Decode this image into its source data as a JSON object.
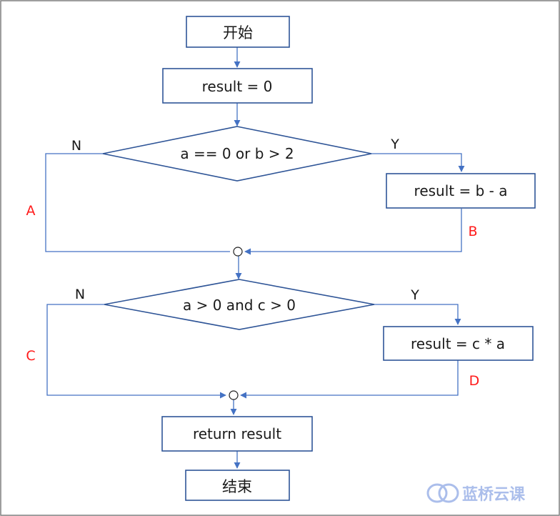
{
  "nodes": {
    "start": "开始",
    "init": "result = 0",
    "decision1": "a == 0 or b > 2",
    "assign1": "result = b - a",
    "decision2": "a > 0 and c > 0",
    "assign2": "result = c * a",
    "return": "return result",
    "end": "结束"
  },
  "branches": {
    "d1_no": "N",
    "d1_yes": "Y",
    "d2_no": "N",
    "d2_yes": "Y"
  },
  "paths": {
    "a": "A",
    "b": "B",
    "c": "C",
    "d": "D"
  },
  "watermark": {
    "text": "蓝桥云课"
  },
  "colors": {
    "box_border": "#2f5597",
    "connector": "#4472c4",
    "path_label": "#ff1a1a"
  }
}
